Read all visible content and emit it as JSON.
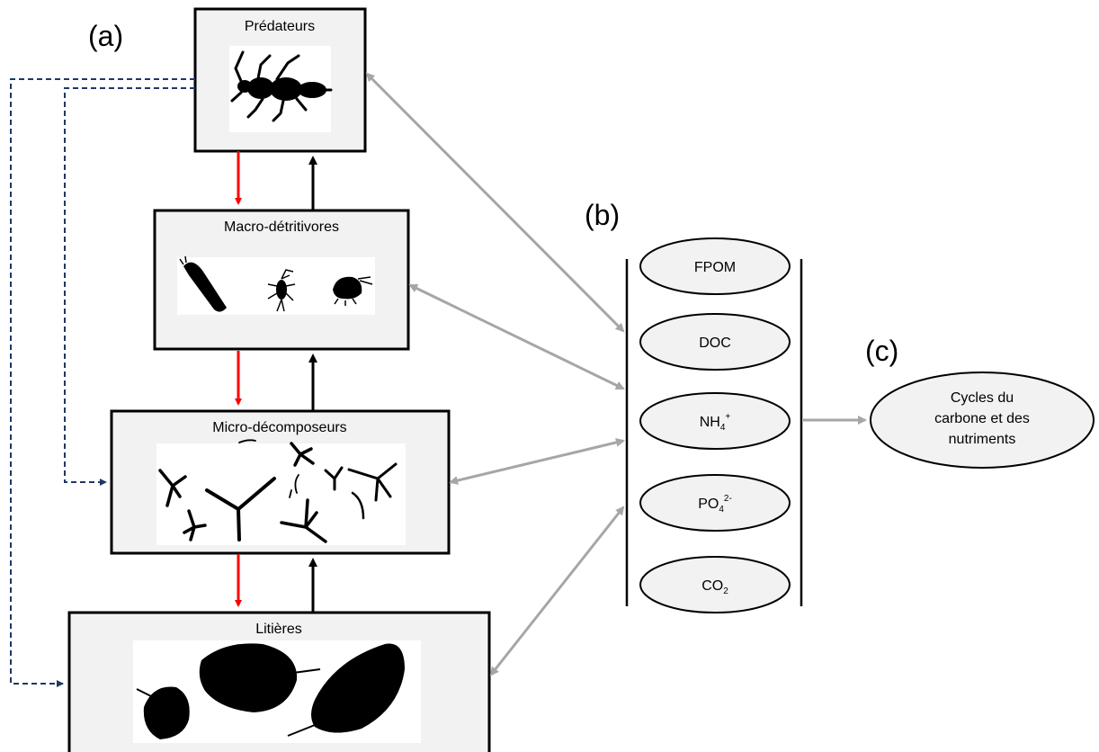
{
  "panels": {
    "a": "(a)",
    "b": "(b)",
    "c": "(c)"
  },
  "boxes": {
    "predators": "Prédateurs",
    "macro": "Macro-détritivores",
    "micro": "Micro-décomposeurs",
    "litter": "Litières"
  },
  "pool": {
    "fpom": "FPOM",
    "doc": "DOC",
    "nh4_base": "NH",
    "nh4_sub": "4",
    "nh4_sup": "+",
    "po4_base": "PO",
    "po4_sub": "4",
    "po4_sup": "2-",
    "co2_base": "CO",
    "co2_sub": "2"
  },
  "cycles": {
    "line1": "Cycles du",
    "line2": "carbone et des",
    "line3": "nutriments"
  },
  "colors": {
    "box_fill": "#f2f2f2",
    "down_arrow": "#ff0000",
    "up_arrow": "#000000",
    "exchange_arrow": "#a6a6a6",
    "feedback_dashed": "#1f3864"
  }
}
